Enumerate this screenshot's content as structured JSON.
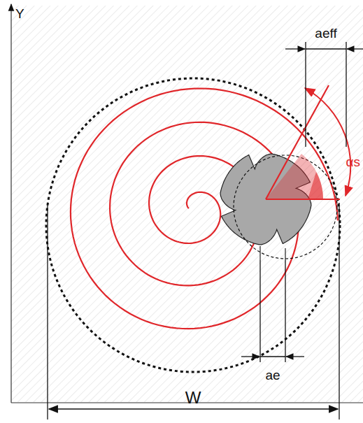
{
  "diagram": {
    "labels": [
      "Y",
      "aeff",
      "αs",
      "ae",
      "W"
    ]
  }
}
